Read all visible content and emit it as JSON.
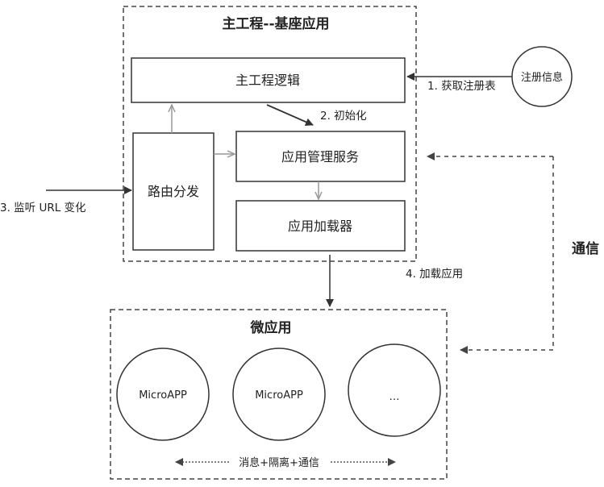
{
  "main_container": {
    "title": "主工程--基座应用"
  },
  "boxes": {
    "main_logic": "主工程逻辑",
    "router": "路由分发",
    "app_manager": "应用管理服务",
    "app_loader": "应用加载器"
  },
  "registry_circle": "注册信息",
  "edges": {
    "get_registry": "1. 获取注册表",
    "init": "2. 初始化",
    "listen_url": "3. 监听 URL 变化",
    "load_apps": "4. 加载应用",
    "communication": "通信"
  },
  "micro_container": {
    "title": "微应用",
    "apps": [
      "MicroAPP",
      "MicroAPP",
      "…"
    ],
    "footer": "消息+隔离+通信"
  }
}
